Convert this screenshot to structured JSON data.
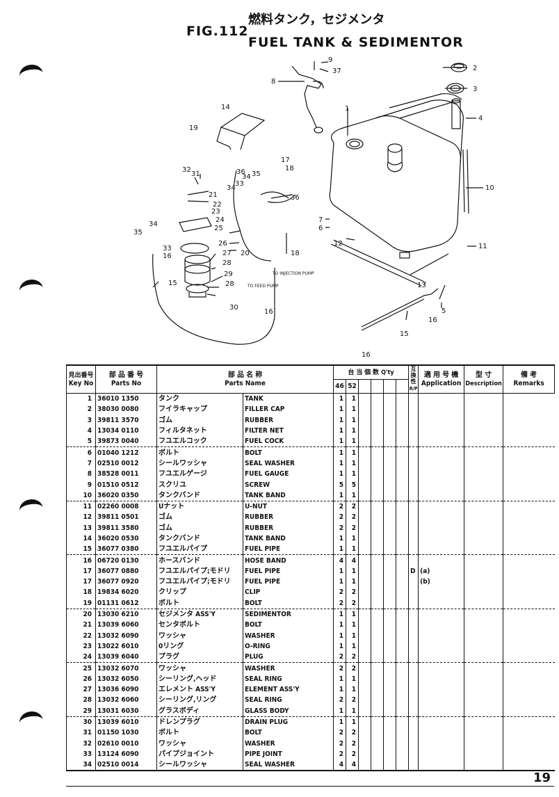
{
  "header": {
    "fig": "FIG.112",
    "title_jp": "燃料タンク，セジメンタ",
    "title_en": "FUEL TANK & SEDIMENTOR"
  },
  "diagram": {
    "callouts": [
      "1",
      "2",
      "3",
      "4",
      "5",
      "6",
      "7",
      "8",
      "9",
      "10",
      "11",
      "12",
      "13",
      "14",
      "15",
      "16",
      "16",
      "16",
      "16",
      "17",
      "18",
      "18",
      "19",
      "20",
      "21",
      "22",
      "23",
      "24",
      "25",
      "26",
      "27",
      "28",
      "28",
      "29",
      "30",
      "31",
      "32",
      "33",
      "33",
      "34",
      "34",
      "35",
      "35",
      "36",
      "37"
    ],
    "notes": {
      "injection": "TO INJECTION PUMP",
      "feed": "TO FEED PUMP"
    }
  },
  "table": {
    "headers": {
      "key_jp": "見出番号",
      "key_en": "Key No",
      "parts_jp": "部 品 番 号",
      "parts_en": "Parts No",
      "name_jp": "部 品 名 称",
      "name_en": "Parts Name",
      "qty_jp": "台 当 個 数",
      "qty_en": "Q'ty",
      "q1": "46",
      "q2": "52",
      "rp": "互換性",
      "rp_en": "R/P",
      "app_jp": "適 用 号 機",
      "app_en": "Application",
      "desc_jp": "型 寸",
      "desc_en": "Description",
      "rem_jp": "備 考",
      "rem_en": "Remarks"
    },
    "rows": [
      {
        "key": "1",
        "pno": "36010 1350",
        "jp": "タンク",
        "en": "TANK",
        "q1": "1",
        "q2": "1",
        "rp": "",
        "app": "",
        "g": false
      },
      {
        "key": "2",
        "pno": "38030 0080",
        "jp": "フイラキャップ",
        "en": "FILLER CAP",
        "q1": "1",
        "q2": "1",
        "rp": "",
        "app": "",
        "g": false
      },
      {
        "key": "3",
        "pno": "39811 3570",
        "jp": "ゴム",
        "en": "RUBBER",
        "q1": "1",
        "q2": "1",
        "rp": "",
        "app": "",
        "g": false
      },
      {
        "key": "4",
        "pno": "13034 0110",
        "jp": "フィルタネット",
        "en": "FILTER NET",
        "q1": "1",
        "q2": "1",
        "rp": "",
        "app": "",
        "g": false
      },
      {
        "key": "5",
        "pno": "39873 0040",
        "jp": "フユエルコック",
        "en": "FUEL COCK",
        "q1": "1",
        "q2": "1",
        "rp": "",
        "app": "",
        "g": true
      },
      {
        "key": "6",
        "pno": "01040 1212",
        "jp": "ボルト",
        "en": "BOLT",
        "q1": "1",
        "q2": "1",
        "rp": "",
        "app": "",
        "g": false
      },
      {
        "key": "7",
        "pno": "02510 0012",
        "jp": "シールワッシャ",
        "en": "SEAL WASHER",
        "q1": "1",
        "q2": "1",
        "rp": "",
        "app": "",
        "g": false
      },
      {
        "key": "8",
        "pno": "38528 0011",
        "jp": "フユエルゲージ",
        "en": "FUEL GAUGE",
        "q1": "1",
        "q2": "1",
        "rp": "",
        "app": "",
        "g": false
      },
      {
        "key": "9",
        "pno": "01510 0512",
        "jp": "スクリユ",
        "en": "SCREW",
        "q1": "5",
        "q2": "5",
        "rp": "",
        "app": "",
        "g": false
      },
      {
        "key": "10",
        "pno": "36020 0350",
        "jp": "タンクバンド",
        "en": "TANK BAND",
        "q1": "1",
        "q2": "1",
        "rp": "",
        "app": "",
        "g": true
      },
      {
        "key": "11",
        "pno": "02260 0008",
        "jp": "Uナット",
        "en": "U-NUT",
        "q1": "2",
        "q2": "2",
        "rp": "",
        "app": "",
        "g": false
      },
      {
        "key": "12",
        "pno": "39811 0501",
        "jp": "ゴム",
        "en": "RUBBER",
        "q1": "2",
        "q2": "2",
        "rp": "",
        "app": "",
        "g": false
      },
      {
        "key": "13",
        "pno": "39811 3580",
        "jp": "ゴム",
        "en": "RUBBER",
        "q1": "2",
        "q2": "2",
        "rp": "",
        "app": "",
        "g": false
      },
      {
        "key": "14",
        "pno": "36020 0530",
        "jp": "タンクバンド",
        "en": "TANK BAND",
        "q1": "1",
        "q2": "1",
        "rp": "",
        "app": "",
        "g": false
      },
      {
        "key": "15",
        "pno": "36077 0380",
        "jp": "フユエルパイプ",
        "en": "FUEL PIPE",
        "q1": "1",
        "q2": "1",
        "rp": "",
        "app": "",
        "g": true
      },
      {
        "key": "16",
        "pno": "06720 0130",
        "jp": "ホースバンド",
        "en": "HOSE BAND",
        "q1": "4",
        "q2": "4",
        "rp": "",
        "app": "",
        "g": false
      },
      {
        "key": "17",
        "pno": "36077 0880",
        "jp": "フユエルパイプ;モドリ",
        "en": "FUEL PIPE",
        "q1": "1",
        "q2": "1",
        "rp": "D",
        "app": "(a)",
        "g": false
      },
      {
        "key": "17",
        "pno": "36077 0920",
        "jp": "フユエルパイプ;モドリ",
        "en": "FUEL PIPE",
        "q1": "1",
        "q2": "1",
        "rp": "",
        "app": "(b)",
        "g": false
      },
      {
        "key": "18",
        "pno": "19834 6020",
        "jp": "クリップ",
        "en": "CLIP",
        "q1": "2",
        "q2": "2",
        "rp": "",
        "app": "",
        "g": false
      },
      {
        "key": "19",
        "pno": "01131 0612",
        "jp": "ボルト",
        "en": "BOLT",
        "q1": "2",
        "q2": "2",
        "rp": "",
        "app": "",
        "g": true
      },
      {
        "key": "20",
        "pno": "13030 6210",
        "jp": "セジメンタ ASS'Y",
        "en": "SEDIMENTOR",
        "q1": "1",
        "q2": "1",
        "rp": "",
        "app": "",
        "g": false
      },
      {
        "key": "21",
        "pno": "13039 6060",
        "jp": "センタボルト",
        "en": "BOLT",
        "q1": "1",
        "q2": "1",
        "rp": "",
        "app": "",
        "g": false
      },
      {
        "key": "22",
        "pno": "13032 6090",
        "jp": "ワッシャ",
        "en": "WASHER",
        "q1": "1",
        "q2": "1",
        "rp": "",
        "app": "",
        "g": false
      },
      {
        "key": "23",
        "pno": "13022 6010",
        "jp": "0リング",
        "en": "O-RING",
        "q1": "1",
        "q2": "1",
        "rp": "",
        "app": "",
        "g": false
      },
      {
        "key": "24",
        "pno": "13039 6040",
        "jp": "プラグ",
        "en": "PLUG",
        "q1": "2",
        "q2": "2",
        "rp": "",
        "app": "",
        "g": true
      },
      {
        "key": "25",
        "pno": "13032 6070",
        "jp": "ワッシャ",
        "en": "WASHER",
        "q1": "2",
        "q2": "2",
        "rp": "",
        "app": "",
        "g": false
      },
      {
        "key": "26",
        "pno": "13032 6050",
        "jp": "シーリング,ヘッド",
        "en": "SEAL RING",
        "q1": "1",
        "q2": "1",
        "rp": "",
        "app": "",
        "g": false
      },
      {
        "key": "27",
        "pno": "13036 6090",
        "jp": "エレメント ASS'Y",
        "en": "ELEMENT ASS'Y",
        "q1": "1",
        "q2": "1",
        "rp": "",
        "app": "",
        "g": false
      },
      {
        "key": "28",
        "pno": "13032 6060",
        "jp": "シーリング,リング",
        "en": "SEAL RING",
        "q1": "2",
        "q2": "2",
        "rp": "",
        "app": "",
        "g": false
      },
      {
        "key": "29",
        "pno": "13031 6030",
        "jp": "グラスボディ",
        "en": "GLASS BODY",
        "q1": "1",
        "q2": "1",
        "rp": "",
        "app": "",
        "g": true
      },
      {
        "key": "30",
        "pno": "13039 6010",
        "jp": "ドレンプラグ",
        "en": "DRAIN PLUG",
        "q1": "1",
        "q2": "1",
        "rp": "",
        "app": "",
        "g": false
      },
      {
        "key": "31",
        "pno": "01150 1030",
        "jp": "ボルト",
        "en": "BOLT",
        "q1": "2",
        "q2": "2",
        "rp": "",
        "app": "",
        "g": false
      },
      {
        "key": "32",
        "pno": "02610 0010",
        "jp": "ワッシャ",
        "en": "WASHER",
        "q1": "2",
        "q2": "2",
        "rp": "",
        "app": "",
        "g": false
      },
      {
        "key": "33",
        "pno": "13124 6090",
        "jp": "パイプジョイント",
        "en": "PIPE JOINT",
        "q1": "2",
        "q2": "2",
        "rp": "",
        "app": "",
        "g": false
      },
      {
        "key": "34",
        "pno": "02510 0014",
        "jp": "シールワッシャ",
        "en": "SEAL WASHER",
        "q1": "4",
        "q2": "4",
        "rp": "",
        "app": "",
        "g": false
      }
    ]
  },
  "page_number": "19"
}
